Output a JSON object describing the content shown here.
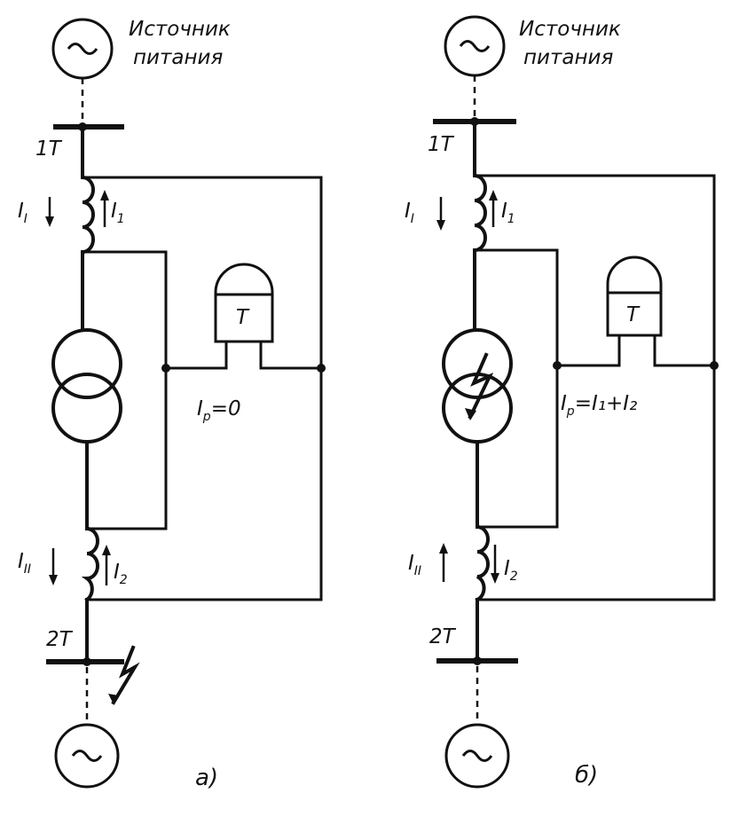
{
  "panels": [
    {
      "source_top_label_1": "Источник",
      "source_top_label_2": "питания",
      "tt1_label": "1T",
      "tt2_label": "2T",
      "ct1_primary_current": "I",
      "ct1_primary_sub": "I",
      "ct1_secondary_current": "I",
      "ct1_secondary_sub": "1",
      "ct2_primary_current": "I",
      "ct2_primary_sub": "II",
      "ct2_secondary_current": "I",
      "ct2_secondary_sub": "2",
      "relay_label": "T",
      "relay_current": "I",
      "relay_current_sub": "p",
      "relay_current_value": "=0",
      "caption": "а)"
    },
    {
      "source_top_label_1": "Источник",
      "source_top_label_2": "питания",
      "tt1_label": "1T",
      "tt2_label": "2T",
      "ct1_primary_current": "I",
      "ct1_primary_sub": "I",
      "ct1_secondary_current": "I",
      "ct1_secondary_sub": "1",
      "ct2_primary_current": "I",
      "ct2_primary_sub": "II",
      "ct2_secondary_current": "I",
      "ct2_secondary_sub": "2",
      "relay_label": "T",
      "relay_current": "I",
      "relay_current_sub": "p",
      "relay_current_value": "=I₁+I₂",
      "caption": "б)"
    }
  ]
}
